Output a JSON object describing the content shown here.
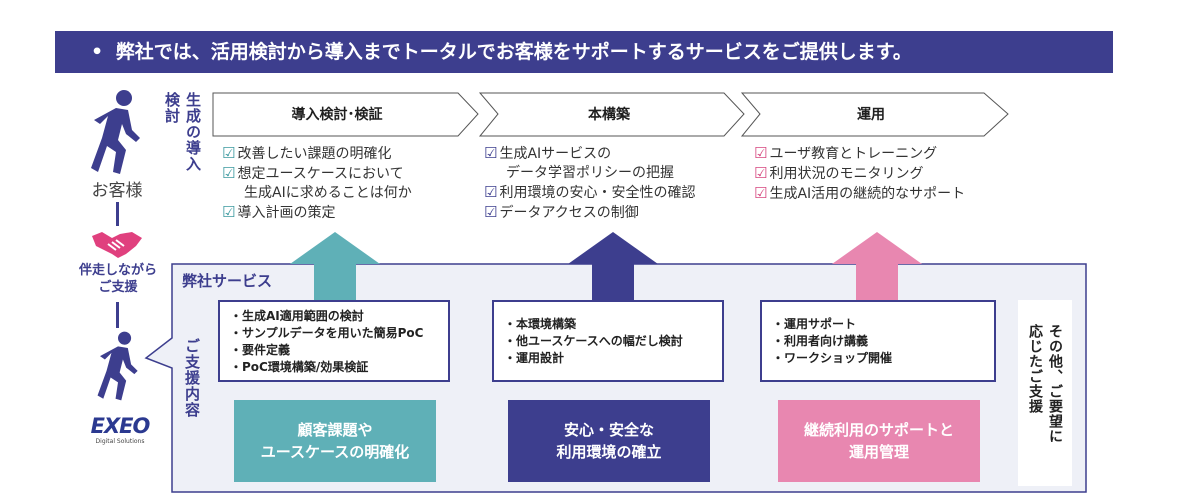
{
  "banner": {
    "bullet": "•",
    "text": "弊社では、活用検討から導入までトータルでお客様をサポートするサービスをご提供します。"
  },
  "customer": {
    "side_label": "生成の導入検討",
    "label": "お客様"
  },
  "support_label": {
    "line1": "伴走しながら",
    "line2": "ご支援"
  },
  "company": {
    "logo": "EXEO",
    "logo_sub": "Digital Solutions"
  },
  "phases": [
    {
      "title": "導入検討･検証",
      "items": [
        "改善したい課題の明確化",
        "想定ユースケースにおいて",
        "生成AIに求めることは何か",
        "導入計画の策定"
      ]
    },
    {
      "title": "本構築",
      "items": [
        "生成AIサービスの",
        "データ学習ポリシーの把握",
        "利用環境の安心・安全性の確認",
        "データアクセスの制御"
      ]
    },
    {
      "title": "運用",
      "items": [
        "ユーザ教育とトレーニング",
        "利用状況のモニタリング",
        "生成AI活用の継続的なサポート"
      ]
    }
  ],
  "services": {
    "title": "弊社サービス",
    "side_label": "ご支援内容",
    "boxes": [
      {
        "items": [
          "・生成AI適用範囲の検討",
          "・サンプルデータを用いた簡易PoC",
          "・要件定義",
          "・PoC環境構築/効果検証"
        ]
      },
      {
        "items": [
          "・本環境構築",
          "・他ユースケースへの幅だし検討",
          "・運用設計"
        ]
      },
      {
        "items": [
          "・運用サポート",
          "・利用者向け講義",
          "・ワークショップ開催"
        ]
      }
    ],
    "outcomes": [
      {
        "line1": "顧客課題や",
        "line2": "ユースケースの明確化",
        "color": "#5fb0b7"
      },
      {
        "line1": "安心・安全な",
        "line2": "利用環境の確立",
        "color": "#3d3e8e"
      },
      {
        "line1": "継続利用のサポートと",
        "line2": "運用管理",
        "color": "#e887b0"
      }
    ],
    "other": {
      "col1": "その他、ご要望に",
      "col2": "応じたご支援"
    }
  },
  "colors": {
    "navy": "#3d3e8e",
    "teal": "#5fb0b7",
    "pink": "#e887b0",
    "check_teal": "#3d9aa0",
    "check_navy": "#3d3e8e",
    "check_pink": "#d6477f"
  }
}
